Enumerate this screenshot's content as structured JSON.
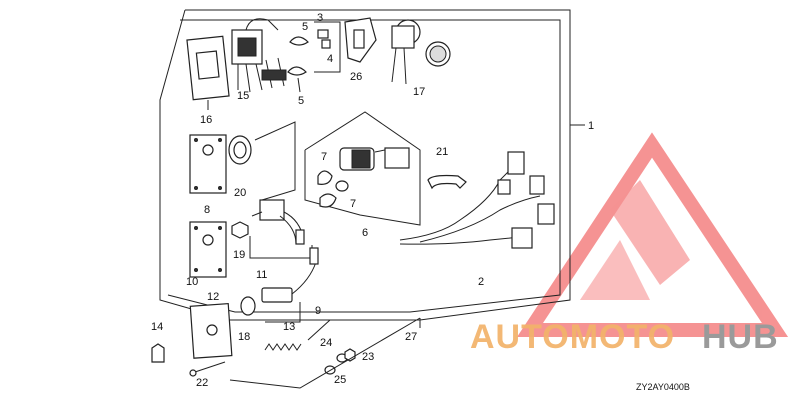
{
  "diagram": {
    "callouts": {
      "c1": "1",
      "c2": "2",
      "c3": "3",
      "c4": "4",
      "c5a": "5",
      "c5b": "5",
      "c6": "6",
      "c7a": "7",
      "c7b": "7",
      "c8": "8",
      "c9": "9",
      "c10": "10",
      "c11": "11",
      "c12": "12",
      "c13": "13",
      "c14": "14",
      "c15": "15",
      "c16": "16",
      "c17": "17",
      "c18": "18",
      "c19": "19",
      "c20": "20",
      "c21": "21",
      "c22": "22",
      "c23": "23",
      "c24": "24",
      "c25": "25",
      "c26": "26",
      "c27": "27"
    },
    "drawing_code": "ZY2AY0400B"
  },
  "watermark": {
    "brand_main": "AUTOMOTO",
    "brand_hub": "HUB",
    "colors": {
      "triangle": "#ee3b3b",
      "text_orange": "#f2b36a",
      "text_gray": "#9a9a9a"
    }
  }
}
